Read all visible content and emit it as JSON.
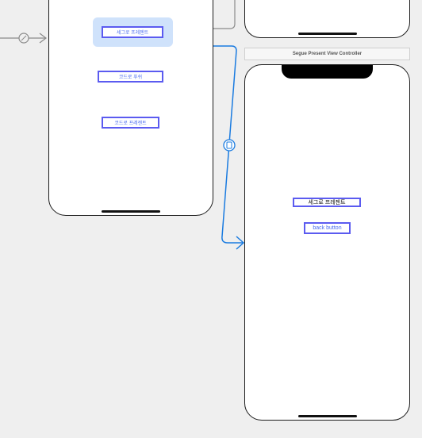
{
  "scenes": {
    "presented_title": "Segue Present View Controller"
  },
  "source_scene": {
    "buttons": [
      {
        "label": "세그로 프레젠트"
      },
      {
        "label": "코드로 푸쉬"
      },
      {
        "label": "코드로 프레젠트"
      }
    ]
  },
  "presented_scene": {
    "title_label": "세그로 프레젠트",
    "back_button": "back button"
  },
  "colors": {
    "segue_line": "#1a7be0",
    "selection": "#cfe2fb",
    "button_outline": "#5b5bf0"
  }
}
